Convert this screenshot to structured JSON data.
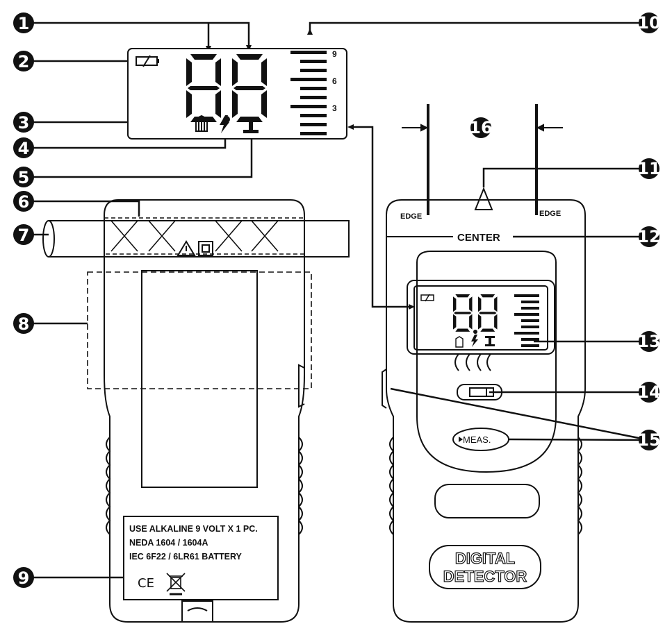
{
  "callouts": [
    "1",
    "2",
    "3",
    "4",
    "5",
    "6",
    "7",
    "8",
    "9",
    "10",
    "11",
    "12",
    "13",
    "14",
    "15",
    "16"
  ],
  "lcd": {
    "digits": "8.8",
    "scale_ticks": [
      "9",
      "6",
      "3"
    ]
  },
  "front": {
    "edge_left": "EDGE",
    "edge_right": "EDGE",
    "center": "CENTER",
    "button": "MEAS.",
    "brand_line1": "DIGITAL",
    "brand_line2": "DETECTOR"
  },
  "back": {
    "battery_lines": [
      "USE ALKALINE 9 VOLT X 1 PC.",
      "NEDA 1604 / 1604A",
      "IEC 6F22 / 6LR61 BATTERY"
    ],
    "ce_mark": "CE"
  },
  "icons": [
    "battery-low-icon",
    "metal-stud-icon",
    "live-wire-icon",
    "wood-stud-icon",
    "warning-icon",
    "pipe-icon",
    "weee-bin-icon"
  ]
}
